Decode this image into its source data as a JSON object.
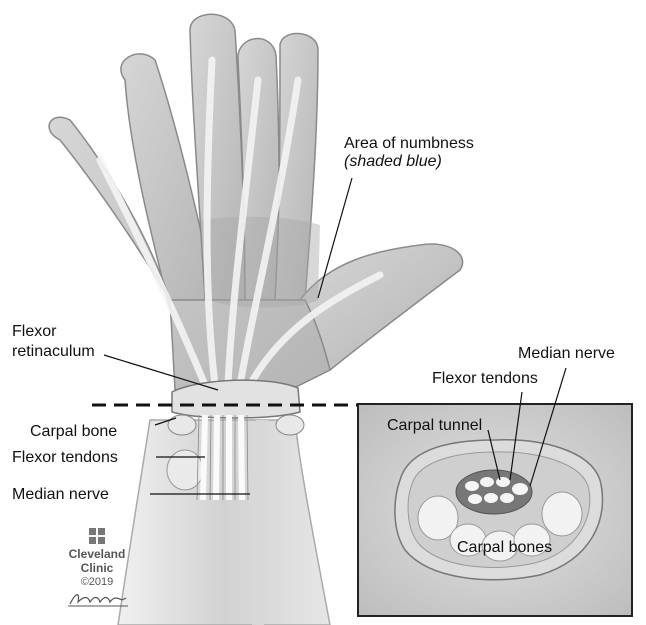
{
  "labels": {
    "numbness_title": "Area of numbness",
    "numbness_sub": "(shaded blue)",
    "flexor_retinaculum_1": "Flexor",
    "flexor_retinaculum_2": "retinaculum",
    "carpal_bone": "Carpal bone",
    "flexor_tendons_left": "Flexor tendons",
    "median_nerve_left": "Median nerve",
    "median_nerve_inset": "Median nerve",
    "flexor_tendons_inset": "Flexor tendons",
    "carpal_tunnel": "Carpal tunnel",
    "carpal_bones": "Carpal bones"
  },
  "logo": {
    "line1": "Cleveland",
    "line2": "Clinic",
    "copyright": "©2019"
  },
  "colors": {
    "skin": "#c9c9c9",
    "skin_dark": "#9a9a9a",
    "tendon": "#ececec",
    "inset_bg": "#d4d4d4",
    "bone": "#f2f2f2"
  }
}
